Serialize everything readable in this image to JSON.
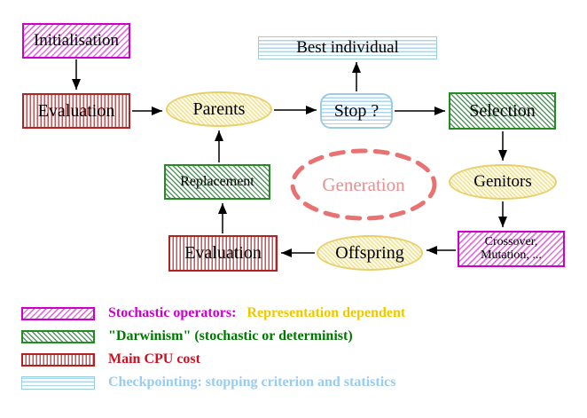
{
  "nodes": {
    "initialisation": "Initialisation",
    "evaluation_top": "Evaluation",
    "parents": "Parents",
    "stop": "Stop ?",
    "best_individual": "Best individual",
    "selection": "Selection",
    "genitors": "Genitors",
    "crossover_line1": "Crossover,",
    "crossover_line2": "Mutation, ...",
    "offspring": "Offspring",
    "evaluation_bottom": "Evaluation",
    "replacement": "Replacement",
    "generation": "Generation"
  },
  "colors": {
    "magenta": "#CC00CC",
    "green": "#228B22",
    "red": "#B22222",
    "cyan_border": "#9CCCDE",
    "yellow_border": "#E8CF6A",
    "generation_dash": "#E87272",
    "generation_text": "#E89090",
    "arrow": "#000000"
  },
  "legend": {
    "stochastic_label": "Stochastic operators:",
    "stochastic_color": "#CC00CC",
    "stochastic_suffix": "Representation dependent",
    "stochastic_suffix_color": "#EEC900",
    "darwinism_label": "\"Darwinism\" (stochastic or determinist)",
    "darwinism_color": "#007700",
    "cpu_label": "Main CPU cost",
    "cpu_color": "#CC1122",
    "checkpointing_label": "Checkpointing: stopping criterion and statistics",
    "checkpointing_color": "#99CCEE"
  }
}
